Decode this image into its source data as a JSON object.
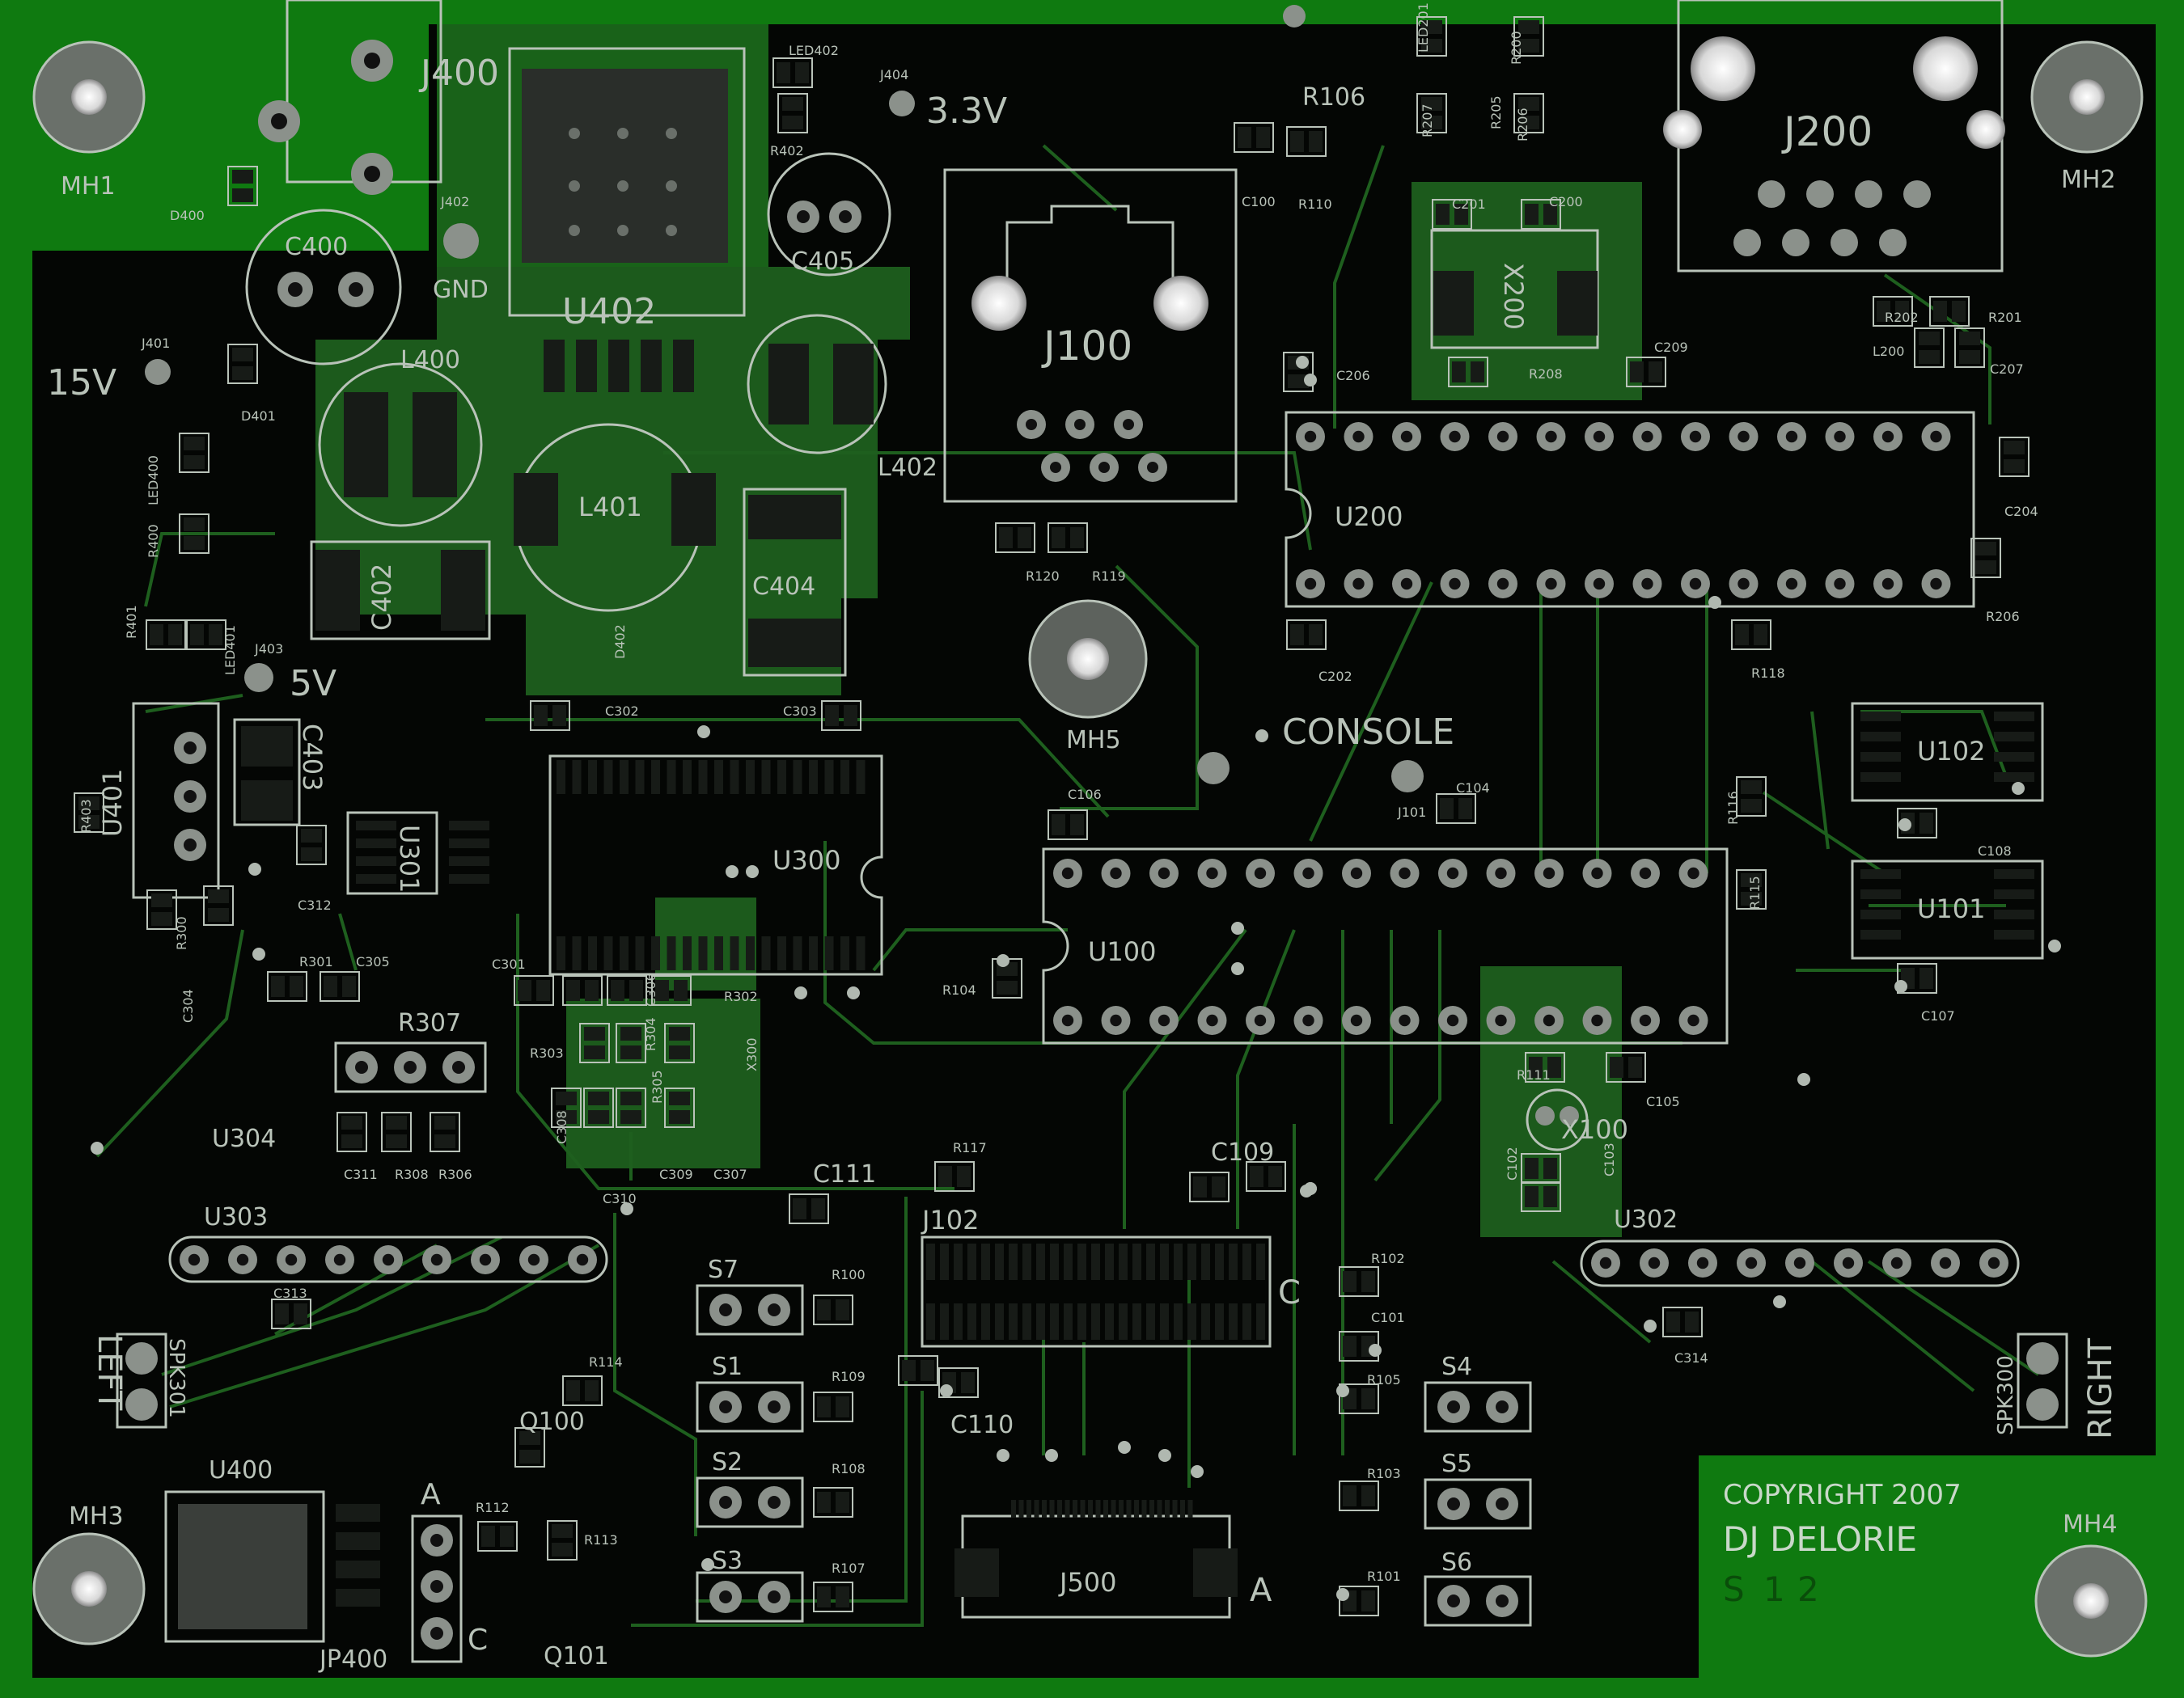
{
  "colors": {
    "fr4_green": "#0f7a10",
    "soldermask_black": "#040604",
    "trace_green": "#1e5f1e",
    "pour_green": "#194d19",
    "silkscreen": "#b9c3b9",
    "pad_silver": "#9aa49a",
    "hole_white": "#f0f0f0",
    "smd_pad": "#171b17"
  },
  "labels": {
    "j400": "J400",
    "v33": "3.3V",
    "v15": "15V",
    "v5": "5V",
    "gnd": "GND",
    "u402": "U402",
    "c400": "C400",
    "c405": "C405",
    "l400": "L400",
    "l401": "L401",
    "l402": "L402",
    "c402": "C402",
    "c403": "C403",
    "c404": "C404",
    "u401": "U401",
    "u301": "U301",
    "j100": "J100",
    "j200": "J200",
    "u200": "U200",
    "x200": "X200",
    "r106": "R106",
    "mh1": "MH1",
    "mh2": "MH2",
    "mh3": "MH3",
    "mh4": "MH4",
    "mh5": "MH5",
    "console": "CONSOLE",
    "u300": "U300",
    "u100": "U100",
    "u102": "U102",
    "u101": "U101",
    "x100": "X100",
    "c109": "C109",
    "c110": "C110",
    "c111": "C111",
    "j102": "J102",
    "r307": "R307",
    "u304": "U304",
    "u303": "U303",
    "u302": "U302",
    "u400": "U400",
    "jp400": "JP400",
    "q100": "Q100",
    "q101": "Q101",
    "j500": "J500",
    "s7": "S7",
    "s1": "S1",
    "s2": "S2",
    "s3": "S3",
    "s4": "S4",
    "s5": "S5",
    "s6": "S6",
    "left": "LEFT",
    "right": "RIGHT",
    "spk301": "SPK301",
    "spk300": "SPK300",
    "a1": "A",
    "a2": "A",
    "c_mark1": "C",
    "c_mark2": "C",
    "copyright": "COPYRIGHT 2007",
    "author": "DJ DELORIE",
    "rev_s": "S",
    "rev_1": "1",
    "rev_2": "2"
  },
  "small_labels": {
    "led402": "LED402",
    "j404": "J404",
    "r402": "R402",
    "j402": "J402",
    "d400": "D400",
    "j401": "J401",
    "d401": "D401",
    "led400": "LED400",
    "r400": "R400",
    "r401": "R401",
    "led401": "LED401",
    "j403": "J403",
    "d402": "D402",
    "r403": "R403",
    "c312": "C312",
    "c302": "C302",
    "c303": "C303",
    "r120": "R120",
    "r119": "R119",
    "c100": "C100",
    "r110": "R110",
    "led201": "LED201",
    "r200": "R200",
    "r205": "R205",
    "r207": "R207",
    "r206b": "R206",
    "c201": "C201",
    "c200": "C200",
    "r208": "R208",
    "c206": "C206",
    "c209": "C209",
    "r202": "R202",
    "r201": "R201",
    "l200": "L200",
    "c207": "C207",
    "c204": "C204",
    "r206": "R206",
    "c202": "C202",
    "r118": "R118",
    "c106": "C106",
    "c104": "C104",
    "j101": "J101",
    "r116": "R116",
    "c108": "C108",
    "r115": "R115",
    "c107": "C107",
    "r300": "R300",
    "c304": "C304",
    "r301": "R301",
    "c305": "C305",
    "c301": "C301",
    "r303": "R303",
    "c306": "C306",
    "r304": "R304",
    "r305": "R305",
    "r302": "R302",
    "x300": "X300",
    "c308": "C308",
    "c309": "C309",
    "c307": "C307",
    "c310": "C310",
    "c311": "C311",
    "r308": "R308",
    "r306": "R306",
    "r104": "R104",
    "r111": "R111",
    "c105": "C105",
    "c102": "C102",
    "c103": "C103",
    "r117": "R117",
    "c313": "C313",
    "c314": "C314",
    "r114": "R114",
    "r112": "R112",
    "r113": "R113",
    "r100": "R100",
    "r109": "R109",
    "r108": "R108",
    "r107": "R107",
    "r102": "R102",
    "c101": "C101",
    "r105": "R105",
    "r103": "R103",
    "r101": "R101"
  }
}
